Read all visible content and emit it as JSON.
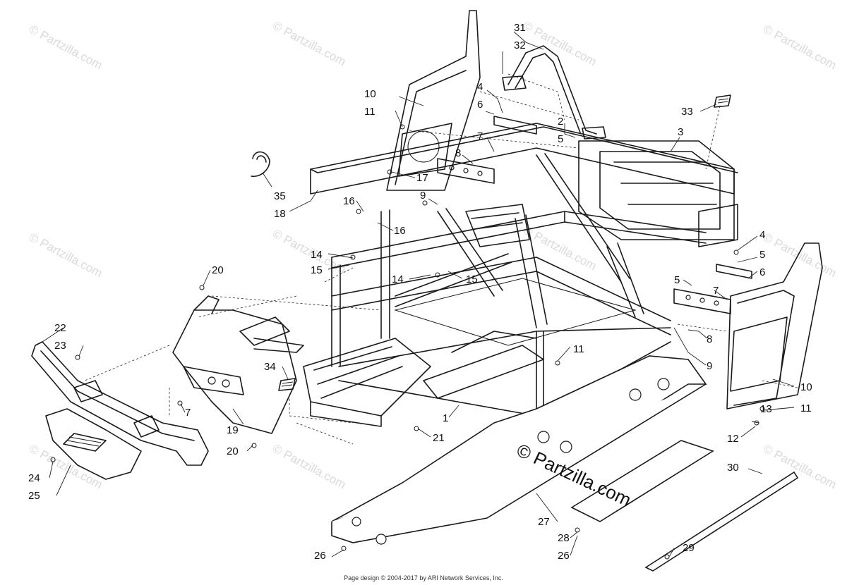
{
  "watermark": {
    "text": "© Partzilla.com",
    "color": "#dadada"
  },
  "main_watermark": "© Partzilla.com",
  "footer": "Page design © 2004-2017 by ARI Network Services, Inc.",
  "callouts": {
    "c1": "1",
    "c2": "2",
    "c3": "3",
    "c4a": "4",
    "c4b": "4",
    "c5a": "5",
    "c5b": "5",
    "c5c": "5",
    "c6a": "6",
    "c6b": "6",
    "c7a": "7",
    "c7b": "7",
    "c7c": "7",
    "c8a": "8",
    "c8b": "8",
    "c9a": "9",
    "c9b": "9",
    "c10a": "10",
    "c10b": "10",
    "c11a": "11",
    "c11b": "11",
    "c11c": "11",
    "c12": "12",
    "c13": "13",
    "c14a": "14",
    "c14b": "14",
    "c15a": "15",
    "c15b": "15",
    "c16a": "16",
    "c16b": "16",
    "c17": "17",
    "c18": "18",
    "c19": "19",
    "c20a": "20",
    "c20b": "20",
    "c21": "21",
    "c22": "22",
    "c23": "23",
    "c24": "24",
    "c25": "25",
    "c26a": "26",
    "c26b": "26",
    "c27": "27",
    "c28": "28",
    "c29": "29",
    "c30": "30",
    "c31": "31",
    "c32": "32",
    "c33": "33",
    "c34": "34",
    "c35": "35"
  }
}
